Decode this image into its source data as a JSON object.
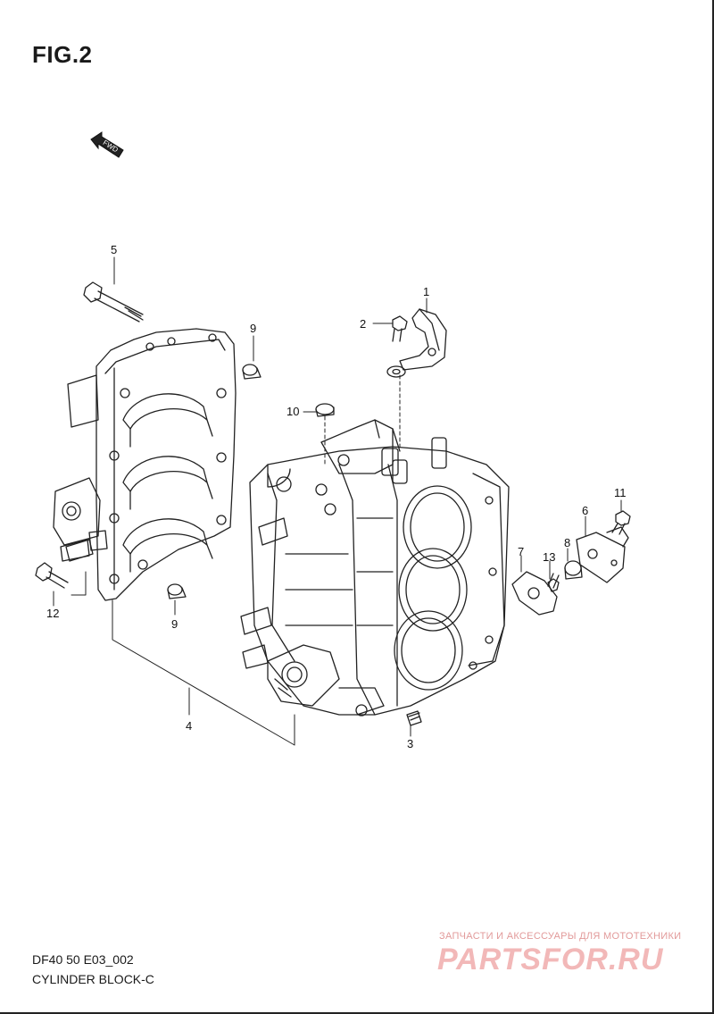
{
  "figure": {
    "title": "FIG.2"
  },
  "direction_marker": {
    "label": "FWD",
    "icon": "fwd-arrow-icon"
  },
  "callouts": [
    "1",
    "2",
    "3",
    "4",
    "5",
    "6",
    "7",
    "8",
    "9",
    "9",
    "10",
    "11",
    "12",
    "13"
  ],
  "footer": {
    "model_code": "DF40 50 E03_002",
    "section_name": "CYLINDER BLOCK-C"
  },
  "watermark": {
    "tagline": "ЗАПЧАСТИ И АКСЕССУАРЫ ДЛЯ МОТОТЕХНИКИ",
    "logo_text": "PARTSFOR.RU",
    "color": "#f2b8b8"
  }
}
